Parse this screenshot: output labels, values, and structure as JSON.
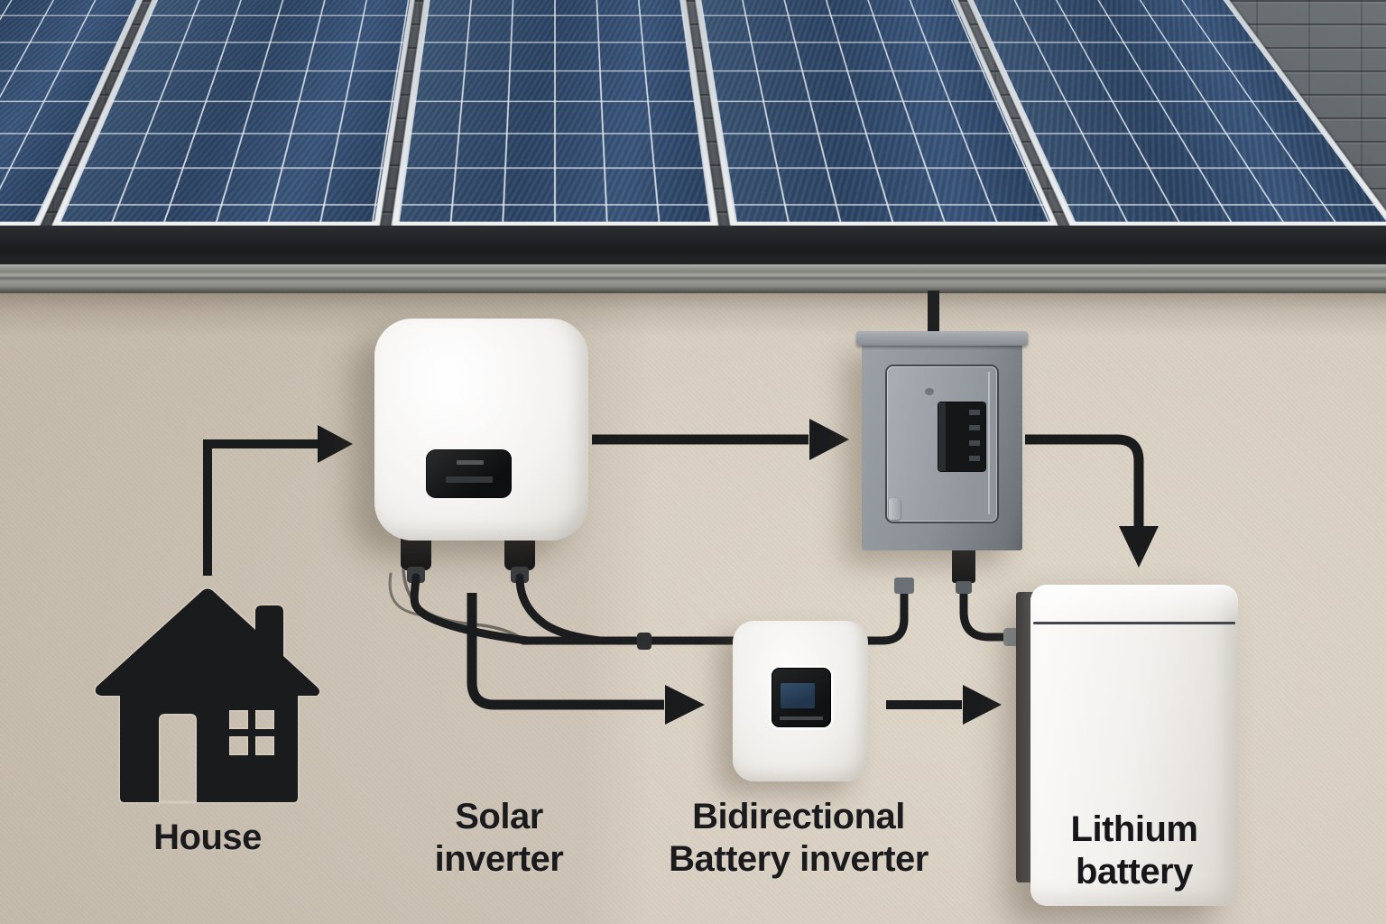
{
  "scene": {
    "title": "Residential solar power system with battery storage",
    "setting": "Rooftop solar panels above a beige stucco wall with wall-mounted equipment"
  },
  "labels": {
    "house": "House",
    "solar_inverter": [
      "Solar",
      "inverter"
    ],
    "battery_inverter": [
      "Bidirectional",
      "Battery inverter"
    ],
    "lithium_battery": [
      "Lithium",
      "battery"
    ]
  },
  "components": [
    {
      "name": "Solar panel array",
      "type": "rooftop PV panels",
      "count": 5
    },
    {
      "name": "House",
      "type": "black icon with chimney, door and four-pane window"
    },
    {
      "name": "Solar inverter",
      "type": "white wall box with dark display"
    },
    {
      "name": "Electrical breaker panel (unlabeled)",
      "type": "gray metal cabinet with breaker window"
    },
    {
      "name": "Bidirectional Battery inverter",
      "type": "small white box with dark display"
    },
    {
      "name": "Lithium battery",
      "type": "tall white cabinet with printed label"
    }
  ],
  "flows": [
    {
      "from": "House",
      "to": "Solar inverter"
    },
    {
      "from": "Solar inverter",
      "to": "Electrical breaker panel"
    },
    {
      "from": "Electrical breaker panel",
      "to": "Lithium battery"
    },
    {
      "from": "Solar inverter",
      "to": "Bidirectional Battery inverter"
    },
    {
      "from": "Bidirectional Battery inverter",
      "to": "Lithium battery"
    }
  ],
  "colors": {
    "wall_beige": "#d8cfc2",
    "roof_gray": "#565b5f",
    "panel_blue": "#2c4464",
    "panel_frame": "#d6dadd",
    "arrow_black": "#1a1b1d",
    "inverter_white": "#f4f2ef",
    "breaker_gray": "#8f959a",
    "battery_white": "#f2f0ed"
  }
}
